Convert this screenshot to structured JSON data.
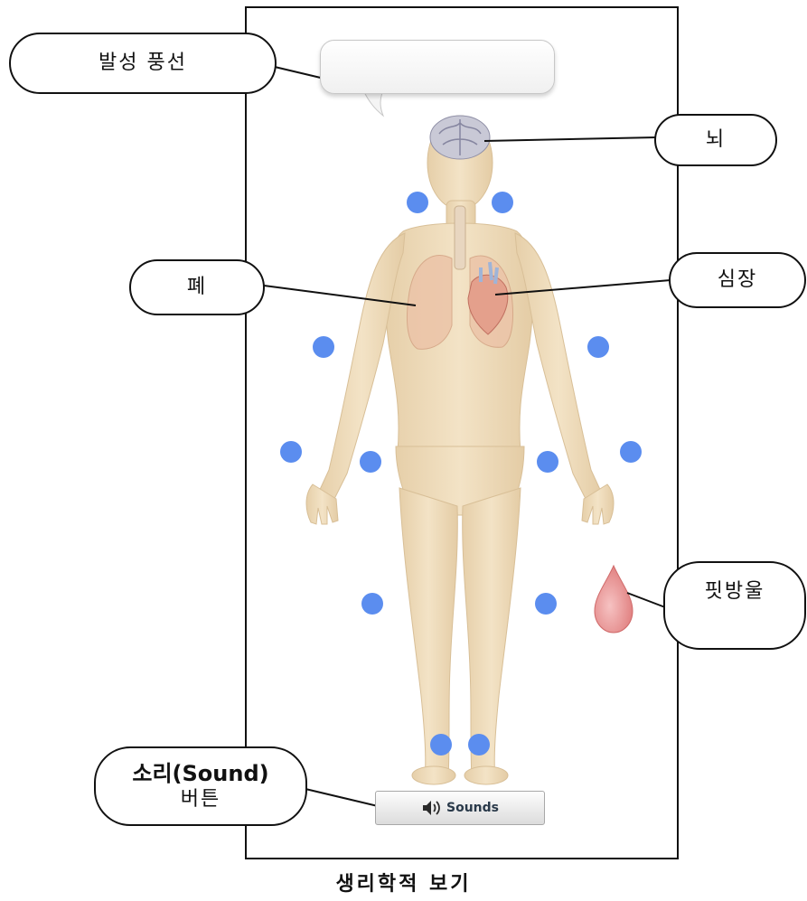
{
  "labels": {
    "speech_bubble": "발성 풍선",
    "brain": "뇌",
    "lungs": "폐",
    "heart": "심장",
    "blood_drop": "핏방울",
    "sound_button_title": "소리(Sound)",
    "sound_button_sub": "버튼"
  },
  "sounds_button": {
    "label": "Sounds",
    "icon": "speaker-icon"
  },
  "caption": "생리학적 보기",
  "colors": {
    "dot": "#5b8def",
    "skin": "#efdcbb",
    "organ": "#e8b8a0",
    "drop": "#e88a8a"
  }
}
